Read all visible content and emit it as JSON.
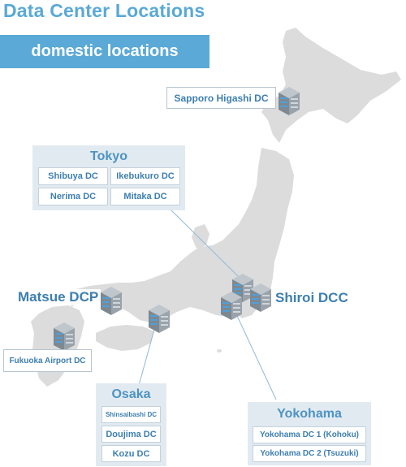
{
  "header": {
    "title": "Data Center Locations",
    "section": "domestic locations"
  },
  "locations": {
    "sapporo": "Sapporo Higashi DC",
    "matsue": "Matsue DCP",
    "shiroi": "Shiroi DCC",
    "fukuoka": "Fukuoka Airport DC"
  },
  "groups": {
    "tokyo": {
      "title": "Tokyo",
      "items": [
        "Shibuya DC",
        "Ikebukuro DC",
        "Nerima DC",
        "Mitaka DC"
      ]
    },
    "osaka": {
      "title": "Osaka",
      "items": [
        "Shinsaibashi DC",
        "Doujima DC",
        "Kozu DC"
      ]
    },
    "yokohama": {
      "title": "Yokohama",
      "items": [
        "Yokohama DC 1 (Kohoku)",
        "Yokohama DC 2 (Tsuzuki)"
      ]
    }
  },
  "colors": {
    "accent": "#5aa9d6",
    "text": "#3d7fb0",
    "land": "#dcdcdc",
    "panel": "#e2eaf1"
  },
  "icons": {
    "datacenter": "server-building-icon"
  }
}
